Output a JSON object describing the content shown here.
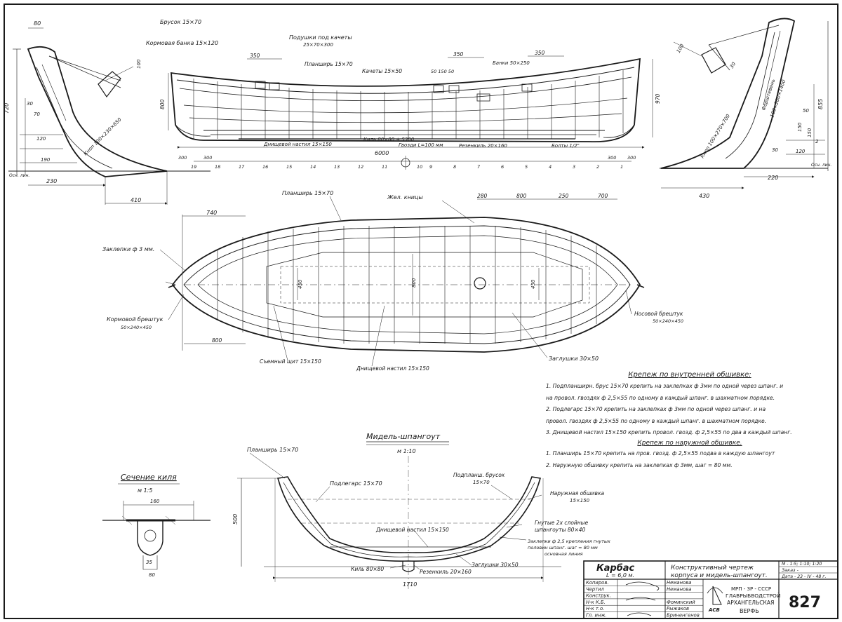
{
  "side_view": {
    "dims": [
      "350",
      "350",
      "350",
      "6000"
    ],
    "heights": [
      "800",
      "970"
    ],
    "stations": [
      "19",
      "18",
      "17",
      "16",
      "15",
      "14",
      "13",
      "12",
      "11",
      "10",
      "9",
      "8",
      "7",
      "6",
      "5",
      "4",
      "3",
      "2",
      "1"
    ],
    "end_dims": [
      "300",
      "300",
      "300",
      "300"
    ],
    "labels": {
      "brusok": "Брусок 15×70",
      "kormovaya_banka": "Кормовая банка 15×120",
      "podushki": "Подушки под качеты",
      "podushki_size": "25×70×300",
      "planshir": "Планширь 15×70",
      "kachety": "Качеты 15×50",
      "sizes_5850": "50  150  50",
      "banki": "Банки 50×250",
      "dnisch": "Днищевой настил 15×150",
      "kil": "Киль 80×80 + 5300",
      "gvozdi": "Гвозди L=100 мм",
      "rezenkil": "Резенкиль 20×160",
      "bolty": "Болты 1/2\""
    }
  },
  "stern_view": {
    "dims": [
      "80",
      "720",
      "30",
      "70",
      "120",
      "190",
      "230",
      "410",
      "100"
    ],
    "labels": {
      "knop": "Кноп 100×230×650",
      "osn_lin": "Осн. лин."
    }
  },
  "bow_view": {
    "dims": [
      "100",
      "30",
      "855",
      "50",
      "150",
      "120",
      "220",
      "430",
      "150",
      "2",
      "30"
    ],
    "labels": {
      "stem": "Форштевень",
      "stem_size": "100×200×1400",
      "knop": "Кноп 100×270×700",
      "osn_lin": "Осн. лин."
    }
  },
  "plan_view": {
    "dims": [
      "740",
      "280",
      "800",
      "250",
      "700",
      "800",
      "450",
      "450",
      "800"
    ],
    "labels": {
      "planshir": "Планширь 15×70",
      "zhel_knitsy": "Жел. кницы",
      "zaklepki": "Заклепки ф 3 мм.",
      "kormovoy": "Кормовой брештук",
      "kormovoy_size": "50×240×450",
      "nosovoy": "Носовой брештук",
      "nosovoy_size": "50×240×450",
      "shchit": "Съемный щит 15×150",
      "dnisch": "Днищевой настил 15×150",
      "zaglushki": "Заглушки 30×50"
    }
  },
  "notes": {
    "title1": "Крепеж по внутренней обшивке:",
    "items1": [
      "1. Подпланширн. брус 15×70 крепить на заклепках ф 3мм по одной через шпанг. и",
      "    на провол. гвоздях ф 2,5×55 по одному в каждый шпанг. в шахматном порядке.",
      "2. Подлегарс 15×70 крепить на заклепках ф 3мм по одной через шпанг. и на",
      "    провол. гвоздях ф 2,5×55 по одному в каждый шпанг. в шахматном порядке.",
      "3. Днищевой настил 15×150 крепить провол. гвозд. ф 2,5×55 по два в каждый шпанг."
    ],
    "title2": "Крепеж по наружной обшивке.",
    "items2": [
      "1. Планширь 15×70 крепить на пров. гвозд. ф 2,5×55 подва в каждую шпангоут",
      "2. Наружную обшивку крепить на заклепках ф 3мм, шаг = 80 мм."
    ]
  },
  "keel_section": {
    "title": "Сечение киля",
    "scale": "м 1:5",
    "dims": [
      "160",
      "35",
      "80"
    ]
  },
  "midship": {
    "title": "Мидель-шпангоут",
    "scale": "м 1:10",
    "dims": [
      "500",
      "1710"
    ],
    "labels": {
      "planshir": "Планширь 15×70",
      "podlegars": "Подлегарс 15×70",
      "podplanshir": "Подпланш. брусок",
      "podplanshir_size": "15×70",
      "obshivka": "Наружная обшивка",
      "obshivka_size": "15×150",
      "gnutye1": "Гнутые 2х слойные",
      "gnutye2": "шпангоуты 80×40",
      "zaklepki1": "Заклепки ф 2,5 крепления гнутых",
      "zaklepki2": "половин шпанг. шаг = 80 мм",
      "osn_lin": "основная линия",
      "dnisch": "Днищевой настил 15×150",
      "kil": "Киль 80×80",
      "rezenkil": "Резенкиль 20×160",
      "zaglushki": "Заглушки 30×50"
    }
  },
  "title_block": {
    "name": "Карбас",
    "length": "L = 6,0 м.",
    "drawing_title1": "Конструктивный чертеж",
    "drawing_title2": "корпуса и мидель-шпангоут.",
    "scale": "М - 1:5; 1:10; 1:20",
    "order": "Заказ -",
    "date": "Дата - 23 - IV - 48 г.",
    "roles": [
      "Копиров.",
      "Чертил",
      "Конструк.",
      "Н-к К.Б.",
      "Н-к т.о.",
      "Гл. инж."
    ],
    "names": [
      "Неманова",
      "Неманова",
      "",
      "Фоминский",
      "Рыжаков",
      "Бриненгенов"
    ],
    "org1": "МРП - ЗР - СССР",
    "org2": "ГЛАВРЫБВОДСТРОЙ",
    "org3": "АРХАНГЕЛЬСКАЯ",
    "org4": "ВЕРФЬ",
    "logo_letters": "АСВ",
    "number": "827"
  }
}
